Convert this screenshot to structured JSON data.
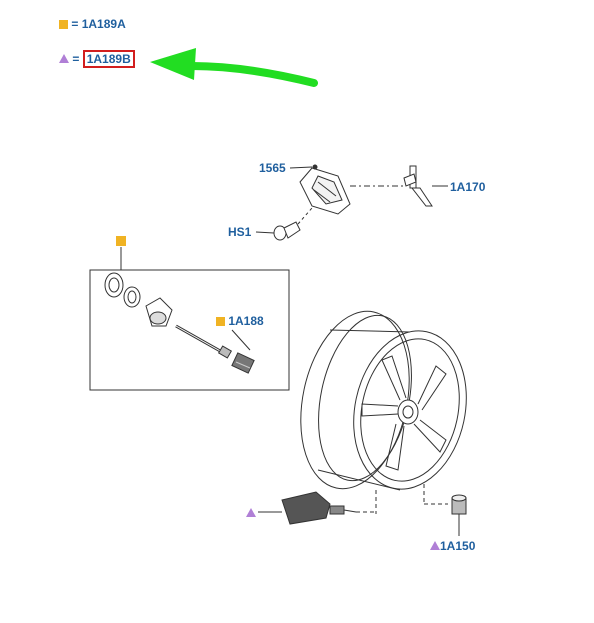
{
  "legend": {
    "square_part": "1A189A",
    "triangle_part": "1A189B",
    "equals": "="
  },
  "callouts": {
    "bracket": "1565",
    "sensor_bracket": "1A170",
    "bolt": "HS1",
    "valve_kit": "1A188",
    "nut": "1A150"
  },
  "colors": {
    "label_blue": "#1f5f9e",
    "marker_orange": "#f0b323",
    "marker_purple": "#b07fd6",
    "highlight_red": "#d21e1e",
    "arrow_green": "#22dd22"
  }
}
